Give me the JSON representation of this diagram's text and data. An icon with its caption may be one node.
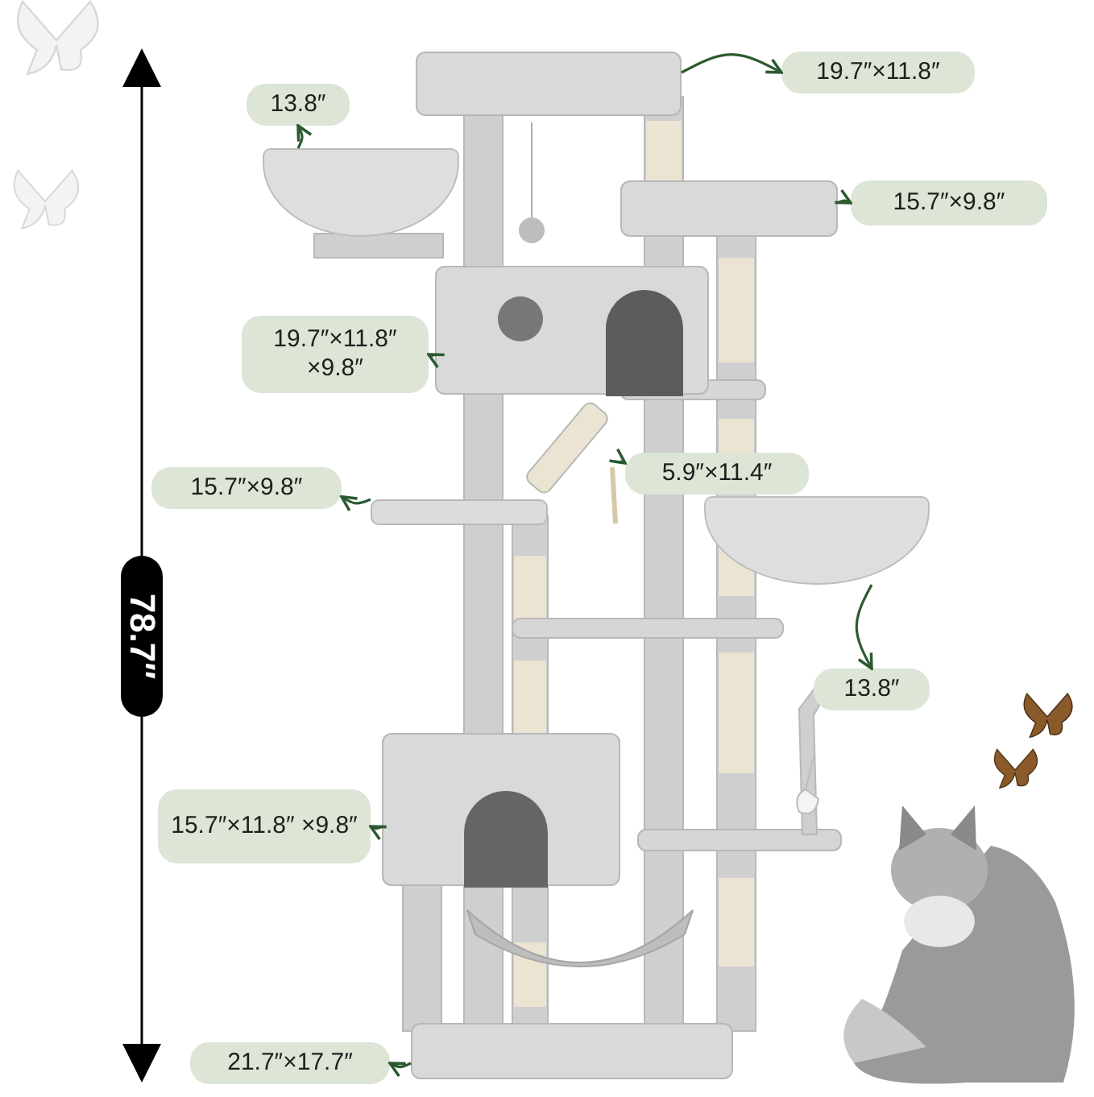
{
  "diagram": {
    "nodes": [
      {
        "text": [
          "13.8″"
        ]
      },
      {
        "text": [
          "19.7″×11.8″"
        ]
      },
      {
        "text": [
          "15.7″×9.8″"
        ]
      },
      {
        "text": [
          "19.7″×11.8″ ×9.8″"
        ]
      },
      {
        "text": [
          "5.9″×11.4″"
        ]
      },
      {
        "text": [
          "15.7″×9.8″"
        ]
      },
      {
        "text": [
          "13.8″"
        ]
      },
      {
        "text": [
          "15.7″×11.8″ ×9.8″"
        ]
      },
      {
        "text": [
          "21.7″×17.7″"
        ]
      },
      {
        "text": [],
        "shape": "box"
      },
      {
        "text": [],
        "shape": "bowl"
      },
      {
        "text": [],
        "shape": "box"
      },
      {
        "text": [],
        "shape": "box"
      },
      {
        "text": [],
        "shape": "bar"
      },
      {
        "text": [],
        "shape": "bar"
      },
      {
        "text": [],
        "shape": "bowl"
      },
      {
        "text": [],
        "shape": "box"
      },
      {
        "text": [],
        "shape": "box"
      }
    ],
    "edges": [
      {
        "from": 10,
        "to": 0,
        "arrow": "to"
      },
      {
        "from": 9,
        "to": 1,
        "arrow": "to"
      },
      {
        "from": 11,
        "to": 2,
        "arrow": "to"
      },
      {
        "from": 12,
        "to": 3,
        "arrow": "to"
      },
      {
        "from": 13,
        "to": 4,
        "arrow": "to"
      },
      {
        "from": 14,
        "to": 5,
        "arrow": "to"
      },
      {
        "from": 15,
        "to": 6,
        "arrow": "to"
      },
      {
        "from": 16,
        "to": 7,
        "arrow": "to"
      },
      {
        "from": 17,
        "to": 8,
        "arrow": "to"
      }
    ],
    "labels": [
      "78.7″"
    ]
  }
}
